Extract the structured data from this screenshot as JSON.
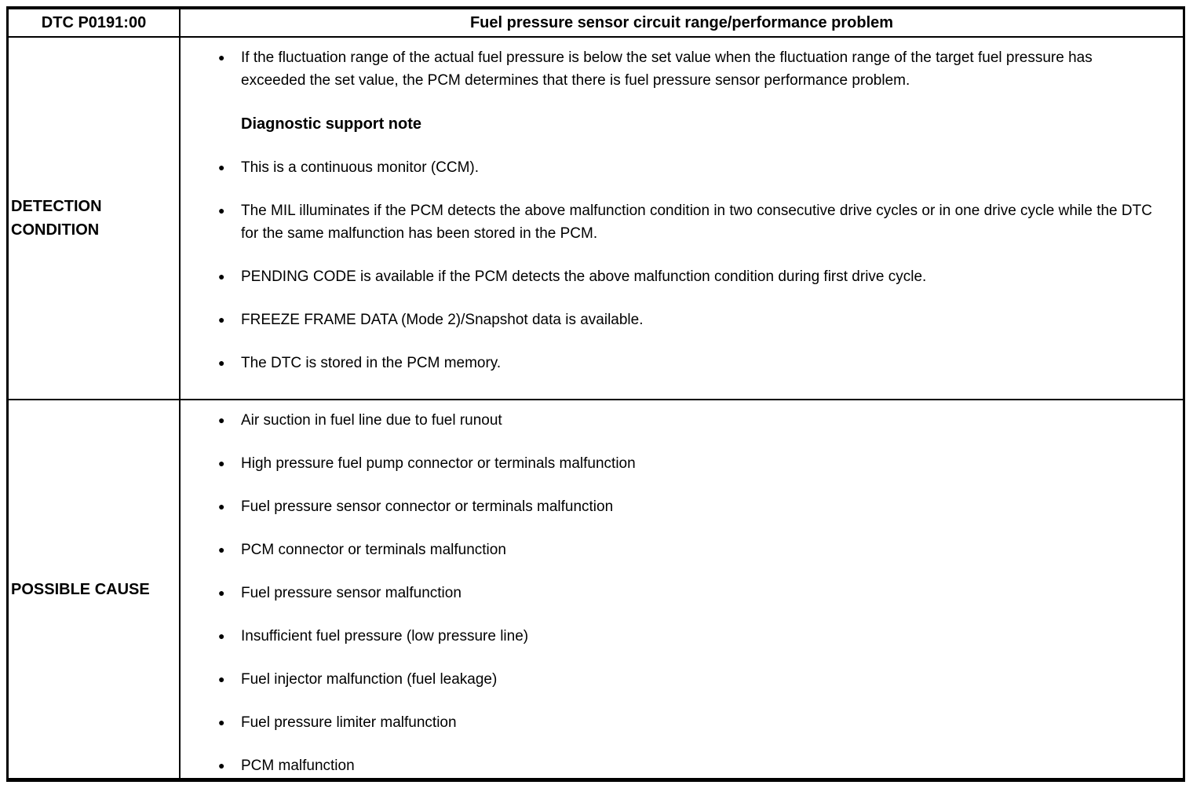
{
  "table": {
    "dtc_code": "DTC P0191:00",
    "title": "Fuel pressure sensor circuit range/performance problem",
    "bullet_glyph": "●",
    "sections": [
      {
        "label": "DETECTION CONDITION",
        "items": [
          {
            "type": "bullet",
            "text": "If the fluctuation range of the actual fuel pressure is below the set value when the fluctuation range of the target fuel pressure has exceeded the set value, the PCM determines that there is fuel pressure sensor performance problem."
          },
          {
            "type": "heading",
            "text": "Diagnostic support note"
          },
          {
            "type": "bullet",
            "text": "This is a continuous monitor (CCM)."
          },
          {
            "type": "bullet",
            "text": "The MIL illuminates if the PCM detects the above malfunction condition in two consecutive drive cycles or in one drive cycle while the DTC for the same malfunction has been stored in the PCM."
          },
          {
            "type": "bullet",
            "text": "PENDING CODE is available if the PCM detects the above malfunction condition during first drive cycle."
          },
          {
            "type": "bullet",
            "text": "FREEZE FRAME DATA (Mode 2)/Snapshot data is available."
          },
          {
            "type": "bullet",
            "text": "The DTC is stored in the PCM memory."
          }
        ]
      },
      {
        "label": "POSSIBLE CAUSE",
        "items": [
          {
            "type": "bullet",
            "text": "Air suction in fuel line due to fuel runout"
          },
          {
            "type": "bullet",
            "text": "High pressure fuel pump connector or terminals malfunction"
          },
          {
            "type": "bullet",
            "text": "Fuel pressure sensor connector or terminals malfunction"
          },
          {
            "type": "bullet",
            "text": "PCM connector or terminals malfunction"
          },
          {
            "type": "bullet",
            "text": "Fuel pressure sensor malfunction"
          },
          {
            "type": "bullet",
            "text": "Insufficient fuel pressure (low pressure line)"
          },
          {
            "type": "bullet",
            "text": "Fuel injector malfunction (fuel leakage)"
          },
          {
            "type": "bullet",
            "text": "Fuel pressure limiter malfunction"
          },
          {
            "type": "bullet",
            "text": "PCM malfunction"
          }
        ]
      }
    ]
  }
}
